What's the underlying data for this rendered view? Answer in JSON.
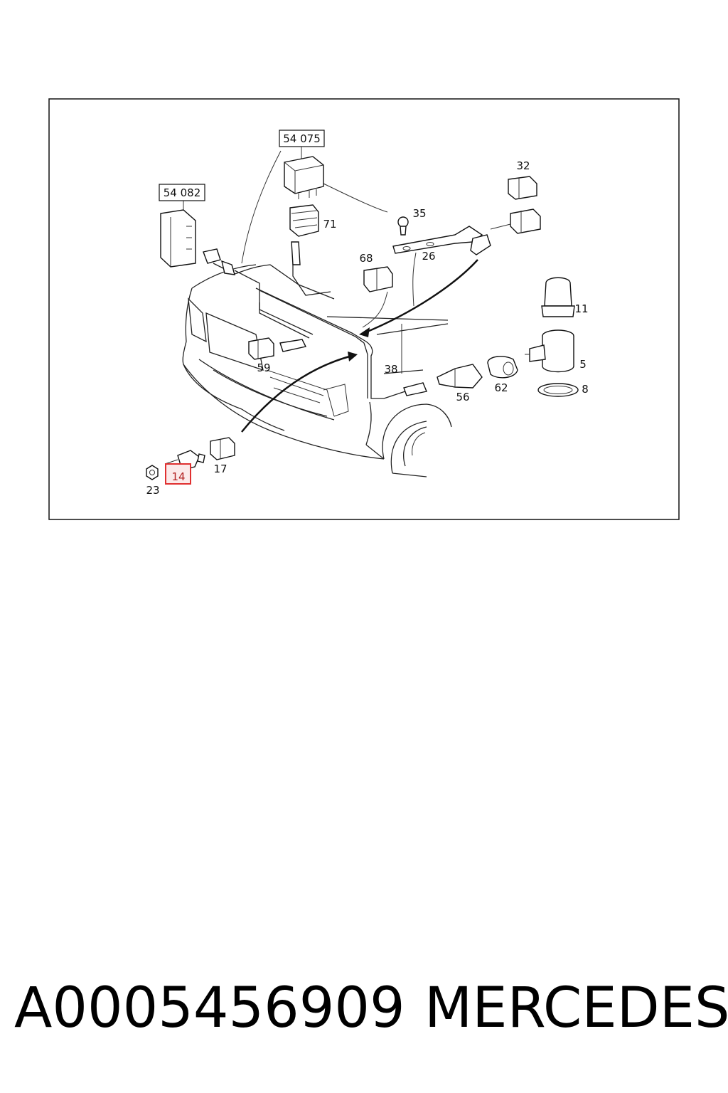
{
  "diagram": {
    "box_labels": [
      "54 075",
      "54 082"
    ],
    "callouts": [
      "32",
      "35",
      "71",
      "26",
      "68",
      "11",
      "5",
      "8",
      "62",
      "56",
      "38",
      "59",
      "17",
      "23"
    ],
    "highlighted_callout": "14",
    "highlight_color": "#e03030"
  },
  "caption": {
    "part_number": "A0005456909",
    "brand": "MERCEDES"
  }
}
